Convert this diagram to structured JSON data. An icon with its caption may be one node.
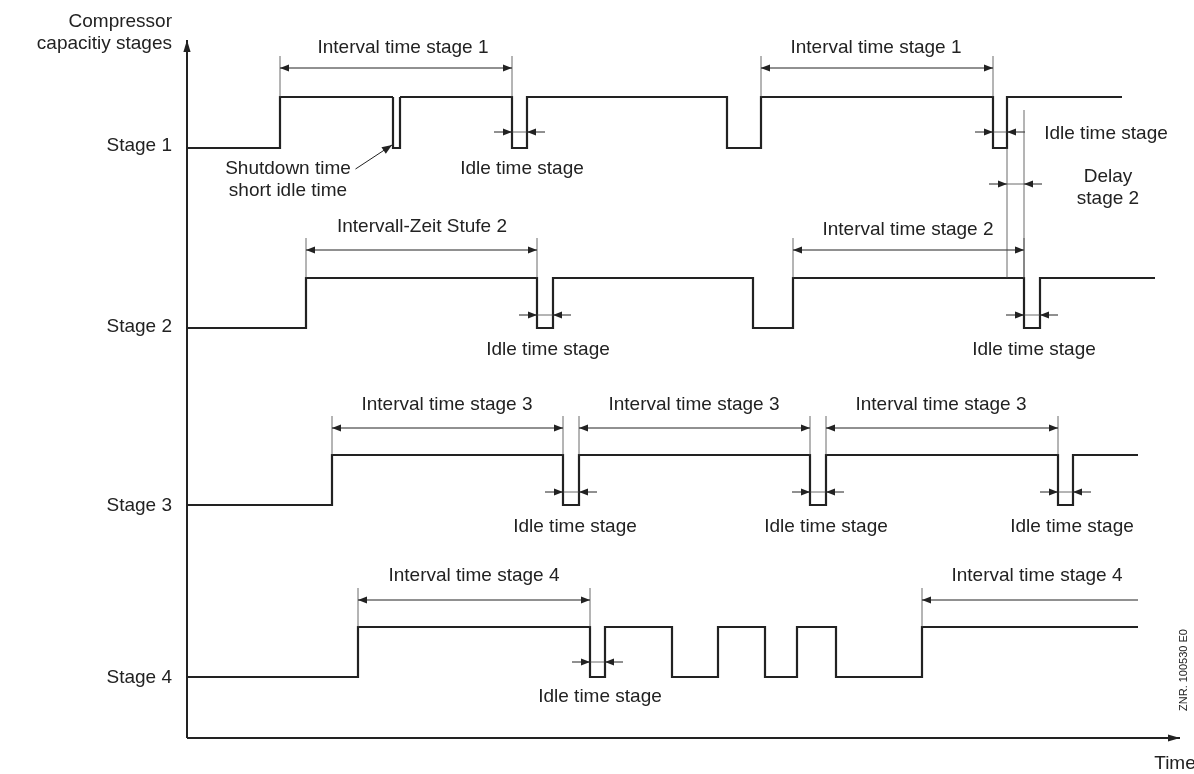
{
  "diagram": {
    "nodes": [
      {
        "text": [
          "Shutdown time short idle time"
        ]
      },
      {
        "text": [],
        "shape": "box"
      }
    ],
    "edges": [
      {
        "from": 0,
        "to": 1,
        "arrow": "to"
      }
    ],
    "labels": [
      "Compressor capacitiy stages",
      "Interval time stage 1",
      "Interval time stage 1",
      "Stage 1",
      "Idle time stage",
      "Idle time stage",
      "Delay stage 2",
      "Intervall-Zeit Stufe 2",
      "Interval time stage 2",
      "Stage 2",
      "Idle time stage",
      "Idle time stage",
      "Interval time stage 3",
      "Interval time stage 3",
      "Interval time stage 3",
      "Stage 3",
      "Idle time stage",
      "Idle time stage",
      "Idle time stage",
      "Interval time stage 4",
      "Interval time stage 4",
      "Stage 4",
      "Idle time stage",
      "ZNR. 100530 E0",
      "Time"
    ]
  }
}
